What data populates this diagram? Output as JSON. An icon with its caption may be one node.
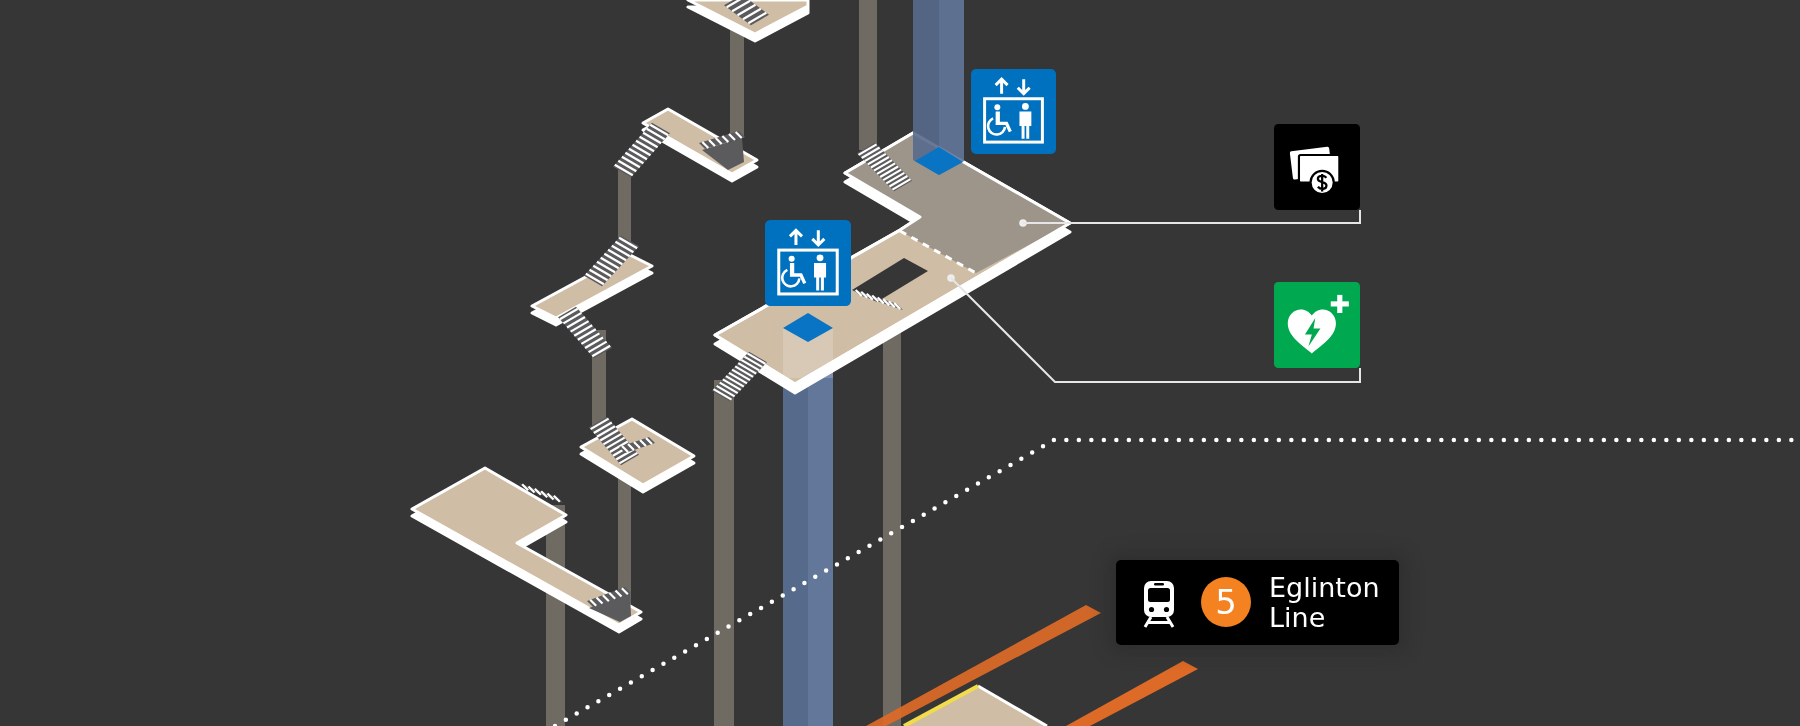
{
  "diagram": {
    "nodes": [
      {
        "text": [],
        "shape": "picture"
      },
      {
        "text": [],
        "shape": "picture"
      },
      {
        "text": [],
        "shape": "picture"
      },
      {
        "text": [],
        "shape": "picture"
      },
      {
        "text": [
          "Eglinton Line"
        ]
      },
      {
        "text": [
          "5"
        ],
        "in": 4
      }
    ],
    "edges": [
      {
        "from": 1,
        "to": null,
        "arrow": "none"
      },
      {
        "from": 3,
        "to": null,
        "arrow": "none"
      }
    ]
  }
}
